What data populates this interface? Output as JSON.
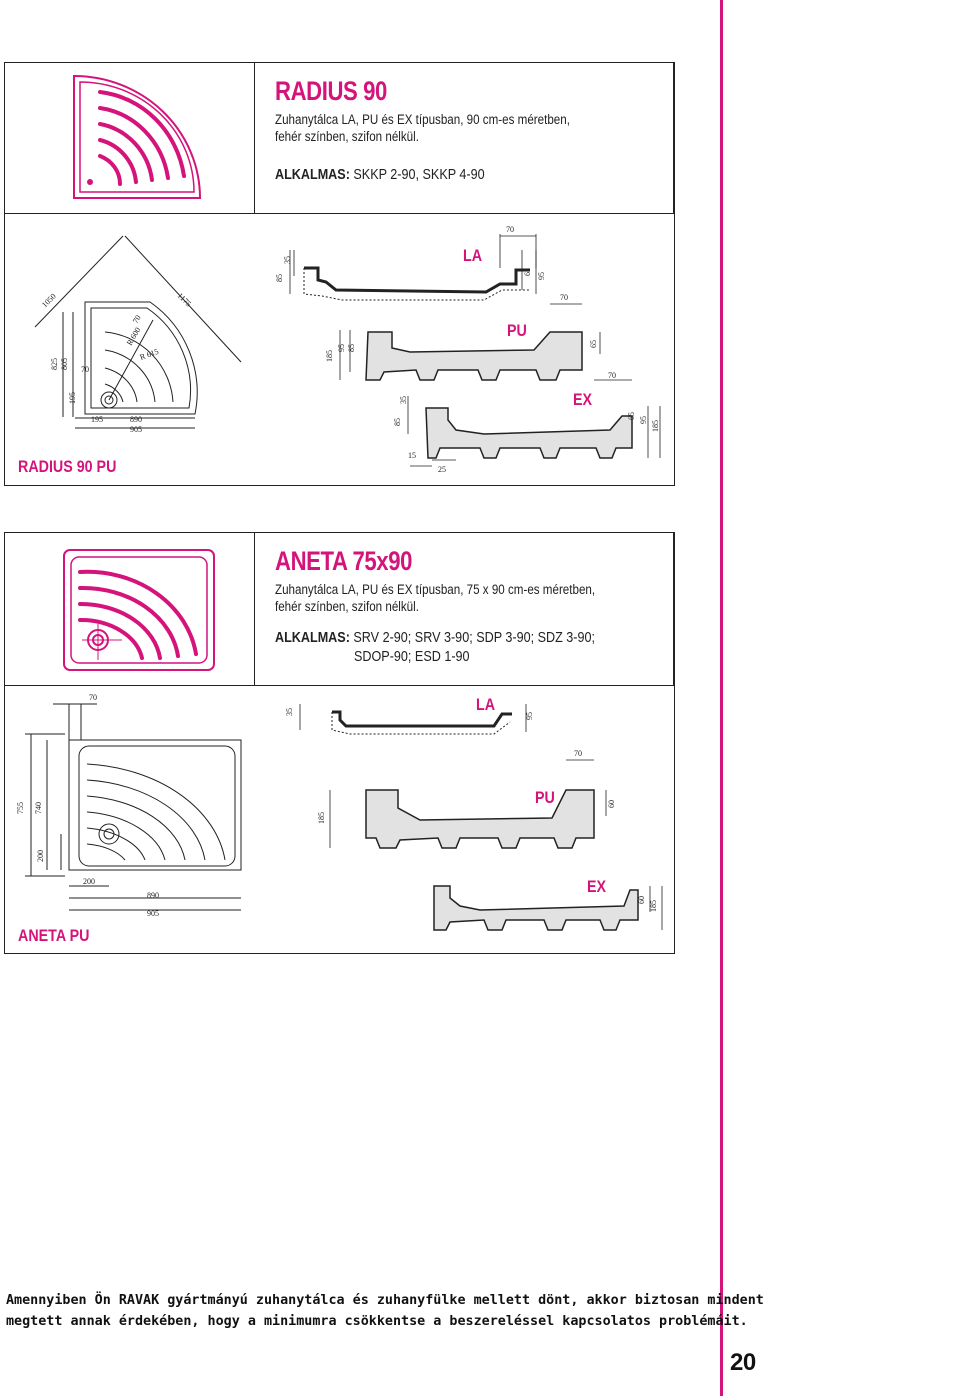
{
  "products": [
    {
      "title": "RADIUS 90",
      "desc_line1": "Zuhanytálca LA, PU és EX típusban, 90 cm-es méretben,",
      "desc_line2": "fehér színben, szifon nélkül.",
      "app_label": "ALKALMAS:",
      "app_line1": "SKKP 2-90, SKKP 4-90",
      "app_line2": "",
      "caption": "RADIUS 90 PU",
      "section_labels": [
        "LA",
        "PU",
        "EX"
      ],
      "dims": {
        "la": [
          "70",
          "85",
          "35",
          "65",
          "95"
        ],
        "pu": [
          "70",
          "185",
          "95",
          "85",
          "65"
        ],
        "ex": [
          "70",
          "85",
          "35",
          "65",
          "95",
          "185",
          "15",
          "25"
        ],
        "plan": [
          "1050",
          "1175",
          "70",
          "R 600",
          "R 615",
          "825",
          "805",
          "70",
          "195",
          "195",
          "890",
          "905"
        ]
      }
    },
    {
      "title": "ANETA 75x90",
      "desc_line1": "Zuhanytálca LA, PU és EX típusban, 75 x 90 cm-es méretben,",
      "desc_line2": "fehér színben, szifon nélkül.",
      "app_label": "ALKALMAS:",
      "app_line1": "SRV 2-90; SRV 3-90; SDP 3-90; SDZ 3-90;",
      "app_line2": "SDOP-90; ESD 1-90",
      "caption": "ANETA PU",
      "section_labels": [
        "LA",
        "PU",
        "EX"
      ],
      "dims": {
        "la": [
          "35",
          "95"
        ],
        "pu": [
          "70",
          "185",
          "60"
        ],
        "ex": [
          "60",
          "185"
        ],
        "plan": [
          "70",
          "755",
          "740",
          "200",
          "200",
          "890",
          "905"
        ]
      }
    }
  ],
  "footer": {
    "line1": "Amennyiben Ön RAVAK gyártmányú zuhanytálca és zuhanyfülke mellett dönt, akkor biztosan mindent",
    "line2": "megtett annak érdekében, hogy a minimumra csökkentse a beszereléssel kapcsolatos problémáit."
  },
  "page_number": "20",
  "colors": {
    "accent": "#d4147b",
    "profile_fill": "#e2e2e2",
    "line": "#222222"
  }
}
